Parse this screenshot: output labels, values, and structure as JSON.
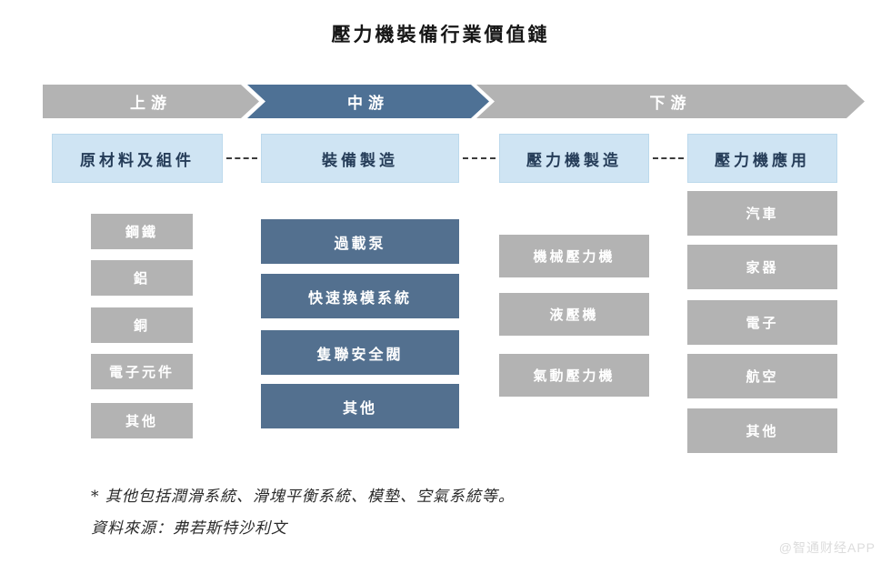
{
  "title": "壓力機裝備行業價值鏈",
  "bands": [
    {
      "label": "上游"
    },
    {
      "label": "中游"
    },
    {
      "label": "下游"
    }
  ],
  "columns": [
    {
      "header": "原材料及組件",
      "items": [
        "鋼鐵",
        "鋁",
        "銅",
        "電子元件",
        "其他"
      ]
    },
    {
      "header": "裝備製造",
      "items": [
        "過載泵",
        "快速換模系統",
        "隻聯安全閥",
        "其他"
      ]
    },
    {
      "header": "壓力機製造",
      "items": [
        "機械壓力機",
        "液壓機",
        "氣動壓力機"
      ]
    },
    {
      "header": "壓力機應用",
      "items": [
        "汽車",
        "家器",
        "電子",
        "航空",
        "其他"
      ]
    }
  ],
  "footnote": "* 其他包括潤滑系統、滑塊平衡系統、模墊、空氣系統等。",
  "source": "資料來源：弗若斯特沙利文",
  "watermark": "@智通财经APP",
  "colors": {
    "band_gray": "#b3b3b3",
    "band_blue": "#4e7195",
    "item_gray": "#b3b3b3",
    "item_blue": "#53708f",
    "stage_header_bg": "#cfe4f3",
    "stage_header_text": "#253c58"
  }
}
